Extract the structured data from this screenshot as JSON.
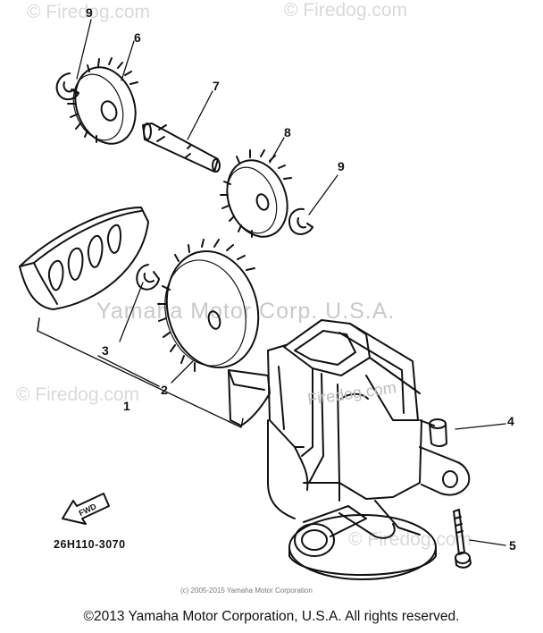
{
  "watermark": {
    "firedog": "© Firedog.com",
    "firedog_part": "Firedog.com",
    "yamaha": "Yamaha Motor Corp. U.S.A."
  },
  "callouts": {
    "c1": "1",
    "c2": "2",
    "c3": "3",
    "c4": "4",
    "c5": "5",
    "c6": "6",
    "c7": "7",
    "c8": "8",
    "c9a": "9",
    "c9b": "9"
  },
  "fwd_label": "FWD",
  "part_number": "26H110-3070",
  "small_copyright": "(c) 2005-2015 Yamaha Motor Corporation",
  "footer": "©2013 Yamaha Motor Corporation, U.S.A. All rights reserved.",
  "colors": {
    "line": "#111111",
    "watermark": "#d0d0d0"
  }
}
